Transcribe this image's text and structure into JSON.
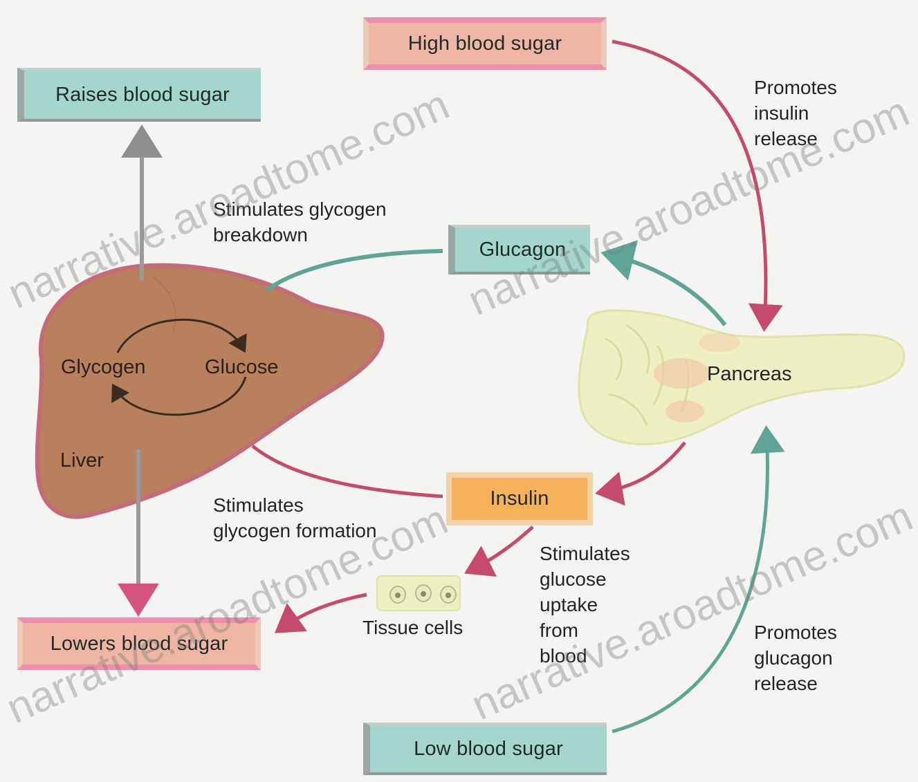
{
  "boxes": {
    "high_blood_sugar": "High blood sugar",
    "raises_blood_sugar": "Raises blood sugar",
    "glucagon": "Glucagon",
    "insulin": "Insulin",
    "lowers_blood_sugar": "Lowers blood sugar",
    "low_blood_sugar": "Low blood sugar"
  },
  "organs": {
    "liver": "Liver",
    "glycogen": "Glycogen",
    "glucose": "Glucose",
    "pancreas": "Pancreas",
    "tissue_cells": "Tissue cells"
  },
  "annotations": {
    "promotes_insulin_release": "Promotes\ninsulin\nrelease",
    "stimulates_glycogen_breakdown": "Stimulates glycogen\nbreakdown",
    "stimulates_glycogen_formation": "Stimulates\nglycogen formation",
    "stimulates_glucose_uptake": "Stimulates\nglucose\nuptake\nfrom\nblood",
    "promotes_glucagon_release": "Promotes\nglucagon\nrelease"
  },
  "watermark": "narrative.aroadtome.com",
  "colors": {
    "teal_arrow": "#5fa597",
    "pink_arrow": "#c64a6e",
    "gray_arrow": "#9a9a9a",
    "liver": "#b9805e",
    "pancreas": "#eef0c4"
  }
}
